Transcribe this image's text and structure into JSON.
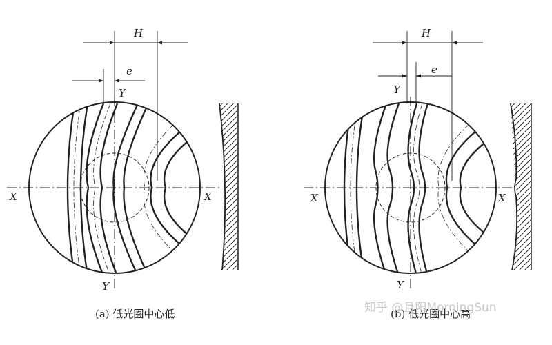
{
  "diagrams": [
    {
      "id": "a",
      "caption": "(a) 低光圈中心低",
      "labels": {
        "H": "H",
        "e": "e",
        "Y_top": "Y",
        "Y_bottom": "Y",
        "X_left": "X",
        "X_right": "X"
      }
    },
    {
      "id": "b",
      "caption": "(b) 低光圈中心高",
      "labels": {
        "H": "H",
        "e": "e",
        "Y_top": "Y",
        "Y_bottom": "Y",
        "X_left": "X",
        "X_right": "X"
      }
    }
  ],
  "watermark": "知乎 @且阳MorningSun",
  "colors": {
    "line": "#222222",
    "background": "#ffffff",
    "watermark": "#c8c8c8"
  }
}
